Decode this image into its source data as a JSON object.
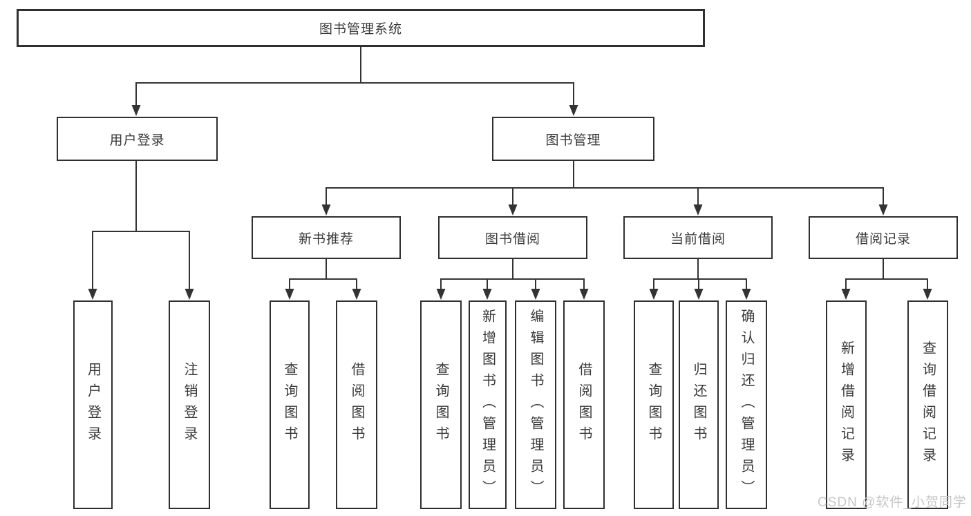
{
  "tree": {
    "root": {
      "label": "图书管理系统"
    },
    "branches": [
      {
        "label": "用户登录",
        "children": [
          {
            "label": "用户登录"
          },
          {
            "label": "注销登录"
          }
        ]
      },
      {
        "label": "图书管理",
        "children": [
          {
            "label": "新书推荐",
            "children": [
              {
                "label": "查询图书"
              },
              {
                "label": "借阅图书"
              }
            ]
          },
          {
            "label": "图书借阅",
            "children": [
              {
                "label": "查询图书"
              },
              {
                "label": "新增图书（管理员）"
              },
              {
                "label": "编辑图书（管理员）"
              },
              {
                "label": "借阅图书"
              }
            ]
          },
          {
            "label": "当前借阅",
            "children": [
              {
                "label": "查询图书"
              },
              {
                "label": "归还图书"
              },
              {
                "label": "确认归还（管理员）"
              }
            ]
          },
          {
            "label": "借阅记录",
            "children": [
              {
                "label": "新增借阅记录"
              },
              {
                "label": "查询借阅记录"
              }
            ]
          }
        ]
      }
    ]
  },
  "watermark": {
    "text": "CSDN @软件_小贺同学"
  },
  "colors": {
    "line": "#333333",
    "border": "#2f2f2f",
    "text": "#3a3a3a",
    "watermark": "#c6c6c6",
    "background": "#ffffff"
  }
}
